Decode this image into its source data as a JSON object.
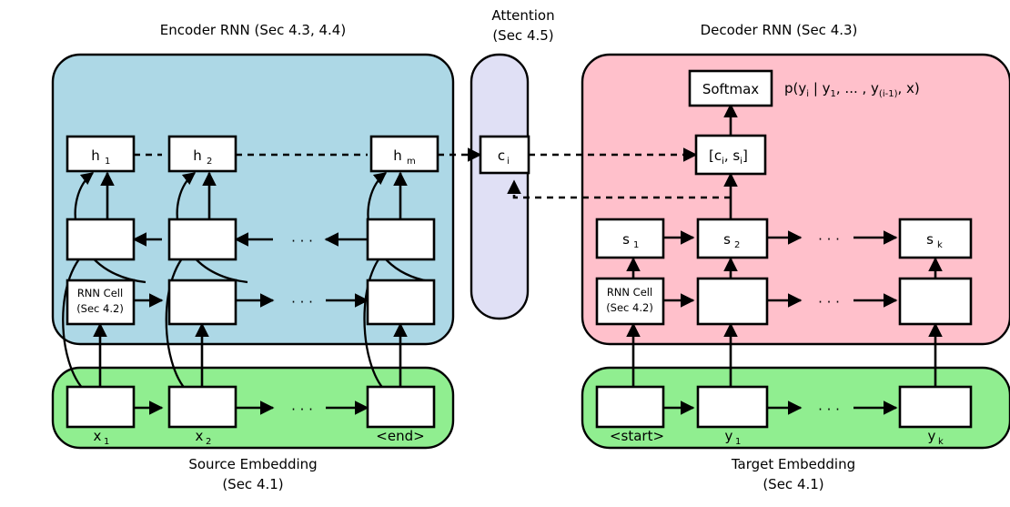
{
  "figure": {
    "type": "neural-network-architecture-diagram",
    "description": "Sequence-to-sequence RNN encoder-decoder with attention"
  },
  "panels": {
    "encoder": {
      "title": "Encoder RNN (Sec 4.3, 4.4)",
      "color": "#ADD8E6",
      "cell_label_line1": "RNN Cell",
      "cell_label_line2": "(Sec 4.2)",
      "hidden_states": [
        "h",
        "h",
        "h"
      ],
      "hidden_subs": [
        "1",
        "2",
        "m"
      ]
    },
    "attention": {
      "title_line1": "Attention",
      "title_line2": "(Sec 4.5)",
      "color": "#E0E0F5",
      "context_label": "c",
      "context_sub": "i"
    },
    "decoder": {
      "title": "Decoder RNN (Sec 4.3)",
      "color": "#FFC0CB",
      "softmax_label": "Softmax",
      "probability": "p(y_i | y_1, ... , y_(i-1), x)",
      "concat_label": "[c",
      "concat_sub1": "i",
      "concat_mid": ", s",
      "concat_sub2": "i",
      "concat_end": "]",
      "cell_label_line1": "RNN Cell",
      "cell_label_line2": "(Sec 4.2)",
      "states": [
        "s",
        "s",
        "s"
      ],
      "state_subs": [
        "1",
        "2",
        "k"
      ]
    },
    "source_embedding": {
      "title_line1": "Source Embedding",
      "title_line2": "(Sec 4.1)",
      "color": "#90EE90",
      "tokens": [
        {
          "base": "x",
          "sub": "1"
        },
        {
          "base": "x",
          "sub": "2"
        },
        {
          "base": "<end>",
          "sub": ""
        }
      ]
    },
    "target_embedding": {
      "title_line1": "Target Embedding",
      "title_line2": "(Sec 4.1)",
      "color": "#90EE90",
      "tokens": [
        {
          "base": "<start>",
          "sub": ""
        },
        {
          "base": "y",
          "sub": "1"
        },
        {
          "base": "y",
          "sub": "k"
        }
      ]
    }
  },
  "formula_parts": {
    "p_open": "p(y",
    "p_sub1": "i",
    "p_bar": " | y",
    "p_sub2": "1",
    "p_mid": ", ... , y",
    "p_sub3": "(i-1)",
    "p_tail": ", x)"
  },
  "ellipsis": "· · ·",
  "colors": {
    "encoder_fill": "#ADD8E6",
    "attention_fill": "#E0E0F5",
    "decoder_fill": "#FFC0CB",
    "embedding_fill": "#90EE90",
    "box_fill": "#FFFFFF",
    "stroke": "#000000"
  }
}
